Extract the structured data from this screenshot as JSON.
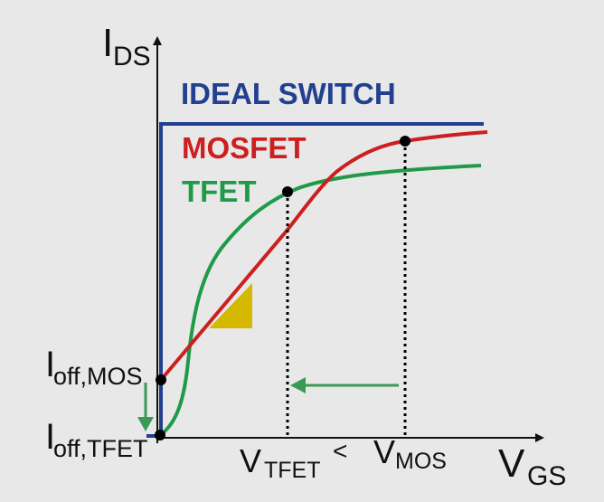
{
  "colors": {
    "background": "#e8e8e8",
    "axis": "#111111",
    "ideal": "#22408f",
    "mosfet": "#cc1f1f",
    "tfet": "#1f9a48",
    "slope_triangle": "#d4b800",
    "marker": "#000000",
    "arrow": "#3a9a55"
  },
  "axes": {
    "y_label_main": "I",
    "y_label_sub": "DS",
    "x_label_main": "V",
    "x_label_sub": "GS"
  },
  "legend": {
    "ideal": "IDEAL SWITCH",
    "mosfet": "MOSFET",
    "tfet": "TFET"
  },
  "y_annotations": {
    "ioff_mos_main": "I",
    "ioff_mos_sub": "off,MOS",
    "ioff_tfet_main": "I",
    "ioff_tfet_sub": "off,TFET"
  },
  "x_annotations": {
    "vtfet_main": "V",
    "vtfet_sub": "TFET",
    "comparator": "<",
    "vmos_main": "V",
    "vmos_sub": "MOS"
  },
  "chart_data": {
    "type": "line",
    "title": "",
    "xlabel": "V_GS",
    "ylabel": "I_DS",
    "grid": false,
    "legend_position": "top-left inside",
    "series": [
      {
        "name": "IDEAL SWITCH",
        "color": "#22408f",
        "description": "Step: off current ~0 until V=0, then instantly max current",
        "points": [
          [
            -0.04,
            0.0
          ],
          [
            0.0,
            0.0
          ],
          [
            0.0,
            1.0
          ],
          [
            0.83,
            1.0
          ]
        ]
      },
      {
        "name": "MOSFET",
        "color": "#cc1f1f",
        "description": "Starts at Ioff,MOS, roughly linear (constant subthreshold slope) then saturates",
        "points": [
          [
            0.0,
            0.18
          ],
          [
            0.1,
            0.29
          ],
          [
            0.2,
            0.42
          ],
          [
            0.3,
            0.57
          ],
          [
            0.4,
            0.78
          ],
          [
            0.5,
            0.89
          ],
          [
            0.6,
            0.93
          ],
          [
            0.7,
            0.95
          ],
          [
            0.84,
            0.97
          ]
        ]
      },
      {
        "name": "TFET",
        "color": "#1f9a48",
        "description": "Starts at lower Ioff,TFET, steep S-shaped rise, saturates below MOSFET",
        "points": [
          [
            0.0,
            0.0
          ],
          [
            0.05,
            0.12
          ],
          [
            0.08,
            0.3
          ],
          [
            0.13,
            0.52
          ],
          [
            0.2,
            0.68
          ],
          [
            0.3,
            0.77
          ],
          [
            0.4,
            0.81
          ],
          [
            0.55,
            0.84
          ],
          [
            0.83,
            0.86
          ]
        ]
      }
    ],
    "annotations": [
      {
        "label": "Ioff,MOS",
        "x": 0.0,
        "y": 0.18,
        "marker": "dot"
      },
      {
        "label": "Ioff,TFET",
        "x": 0.0,
        "y": 0.0,
        "marker": "dot"
      },
      {
        "label": "V_TFET",
        "x": 0.33,
        "y": 0.78,
        "marker": "dot",
        "dotted_drop_to_x_axis": true
      },
      {
        "label": "V_MOS",
        "x": 0.64,
        "y": 0.94,
        "marker": "dot",
        "dotted_drop_to_x_axis": true
      },
      {
        "label": "V_TFET < V_MOS",
        "type": "text"
      },
      {
        "type": "arrow",
        "direction": "left",
        "from_x": 0.64,
        "to_x": 0.33,
        "meaning": "lower gate voltage needed"
      },
      {
        "type": "arrow",
        "direction": "down",
        "from": "Ioff,MOS",
        "to": "Ioff,TFET",
        "meaning": "lower off current"
      },
      {
        "type": "slope-triangle",
        "color": "#d4b800",
        "meaning": "subthreshold slope of MOSFET"
      }
    ],
    "x_range": [
      0,
      1
    ],
    "y_range": [
      0,
      1
    ],
    "ticks": "none (qualitative schematic)"
  }
}
